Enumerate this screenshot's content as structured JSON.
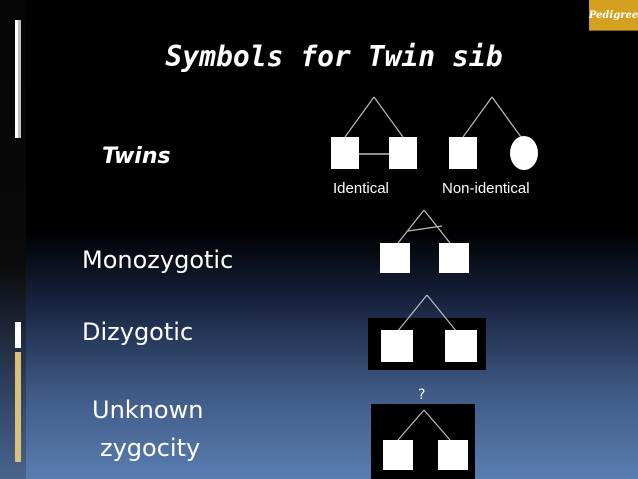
{
  "slide": {
    "title": "Symbols for Twin sib",
    "logo_text": "Pedigree",
    "labels": {
      "twins": "Twins",
      "monozygotic": "Monozygotic",
      "dizygotic": "Dizygotic",
      "unknown_line1": "Unknown",
      "unknown_line2": "zygocity"
    },
    "captions": {
      "identical": "Identical",
      "non_identical": "Non-identical"
    },
    "question_mark": "?"
  },
  "colors": {
    "background_top": "#000000",
    "background_bottom": "#5a7db0",
    "logo": "#d4a020",
    "text": "#ffffff"
  }
}
